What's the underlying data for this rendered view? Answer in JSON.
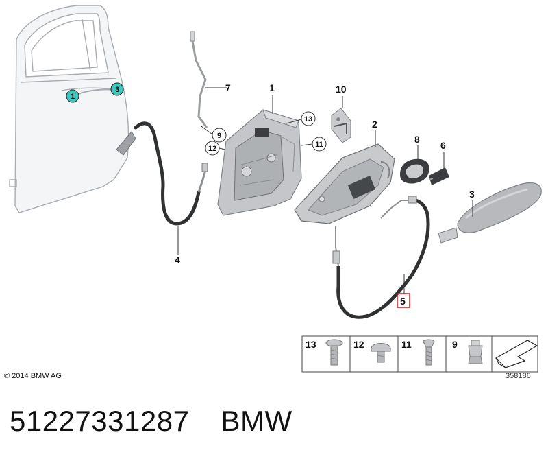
{
  "callouts": {
    "c1": "1",
    "c2": "2",
    "c3": "3",
    "c4": "4",
    "c5": "5",
    "c6": "6",
    "c7": "7",
    "c8": "8",
    "c9": "9",
    "c10": "10",
    "c11": "11",
    "c12": "12",
    "c13": "13",
    "door_c1": "1",
    "door_c3": "3"
  },
  "hardware_strip": [
    {
      "number": "13",
      "icon": "flat-head-screw-icon"
    },
    {
      "number": "12",
      "icon": "pan-head-screw-icon"
    },
    {
      "number": "11",
      "icon": "countersunk-screw-icon"
    },
    {
      "number": "9",
      "icon": "clip-nut-icon"
    }
  ],
  "copyright": "© 2014 BMW AG",
  "image_number": "358186",
  "footer": {
    "part_number": "51227331287",
    "brand": "BMW"
  },
  "colors": {
    "highlight_teal": "#3fc6bd",
    "highlight_red": "#d4191c",
    "part_gray": "#b9bbbe"
  }
}
